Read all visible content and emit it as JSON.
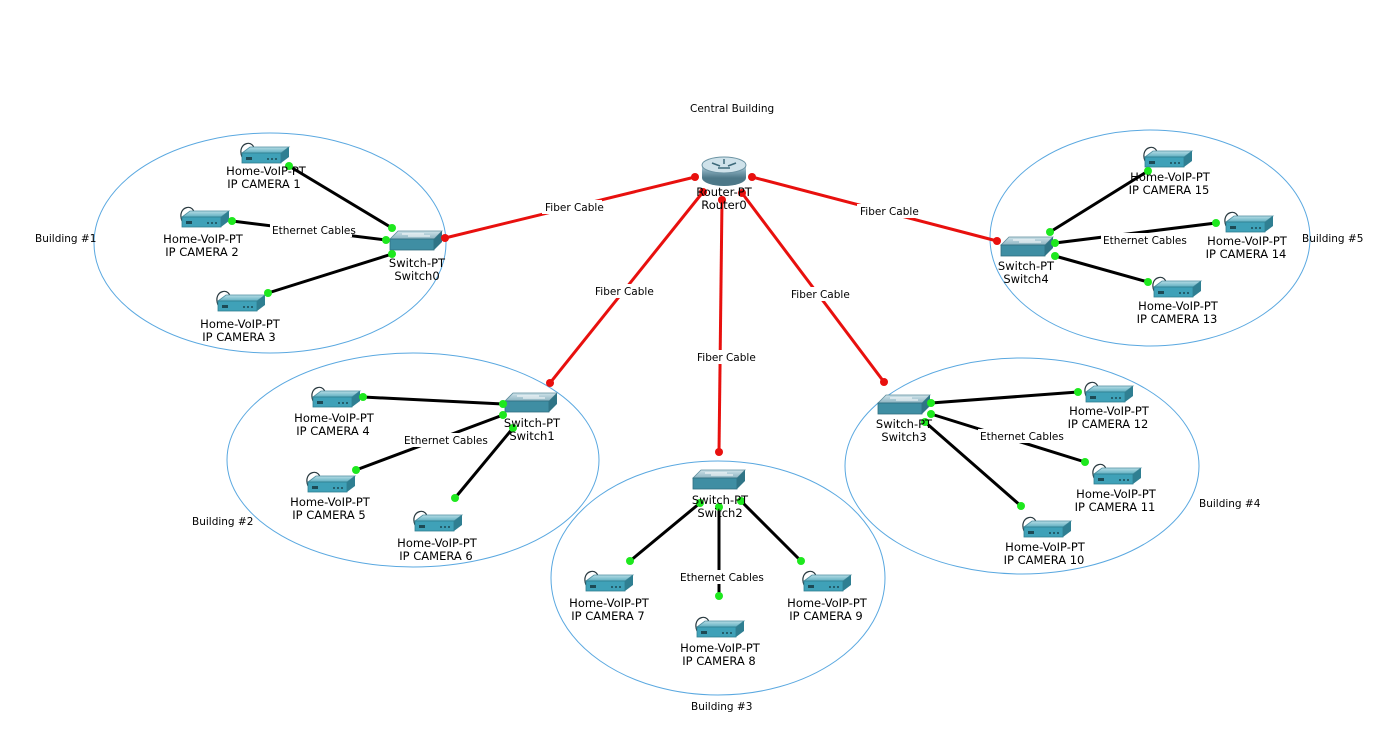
{
  "diagram": {
    "central_label": "Central Building",
    "router": {
      "model": "Router-PT",
      "name": "Router0"
    },
    "fiber_label": "Fiber Cable",
    "ethernet_label": "Ethernet Cables",
    "device_model": "Home-VoIP-PT",
    "colors": {
      "fiber": "#e8100e",
      "ethernet": "#000000",
      "port_up": "#1ee81e",
      "port_fiber": "#e8100e",
      "zone": "#5aa8e0",
      "device": "#3fa1b8"
    },
    "buildings": [
      {
        "label": "Building #1",
        "switch": {
          "model": "Switch-PT",
          "name": "Switch0"
        },
        "cameras": [
          "IP CAMERA 1",
          "IP CAMERA 2",
          "IP CAMERA 3"
        ]
      },
      {
        "label": "Building #2",
        "switch": {
          "model": "Switch-PT",
          "name": "Switch1"
        },
        "cameras": [
          "IP CAMERA 4",
          "IP CAMERA 5",
          "IP CAMERA 6"
        ]
      },
      {
        "label": "Building #3",
        "switch": {
          "model": "Switch-PT",
          "name": "Switch2"
        },
        "cameras": [
          "IP CAMERA 7",
          "IP CAMERA 8",
          "IP CAMERA 9"
        ]
      },
      {
        "label": "Building #4",
        "switch": {
          "model": "Switch-PT",
          "name": "Switch3"
        },
        "cameras": [
          "IP CAMERA 12",
          "IP CAMERA 11",
          "IP CAMERA 10"
        ]
      },
      {
        "label": "Building #5",
        "switch": {
          "model": "Switch-PT",
          "name": "Switch4"
        },
        "cameras": [
          "IP CAMERA 15",
          "IP CAMERA 14",
          "IP CAMERA 13"
        ]
      }
    ]
  }
}
